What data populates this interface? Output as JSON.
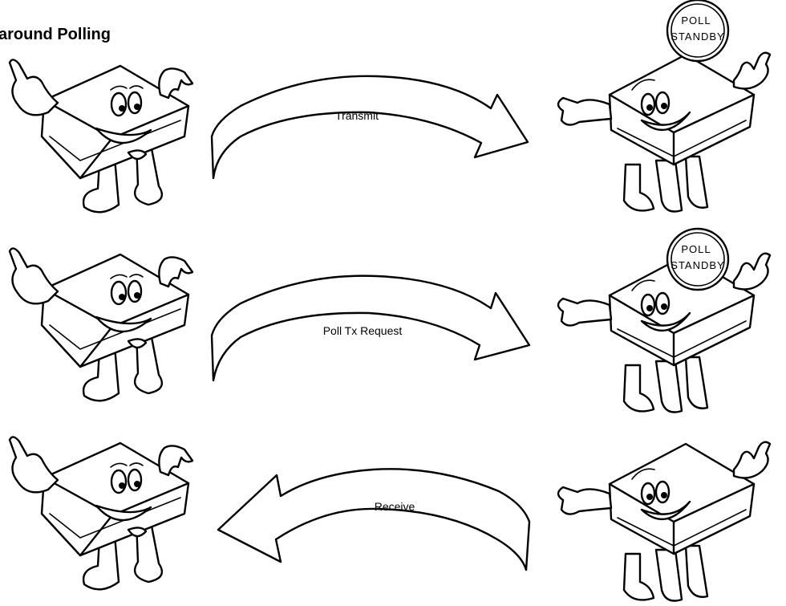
{
  "title": "around Polling",
  "rows": [
    {
      "arrow_label": "Transmit",
      "direction": "right",
      "coin": [
        "POLL",
        "STANDBY"
      ]
    },
    {
      "arrow_label": "Poll Tx Request",
      "direction": "right",
      "coin": [
        "POLL",
        "STANDBY"
      ]
    },
    {
      "arrow_label": "Receive",
      "direction": "left",
      "coin": null
    }
  ]
}
